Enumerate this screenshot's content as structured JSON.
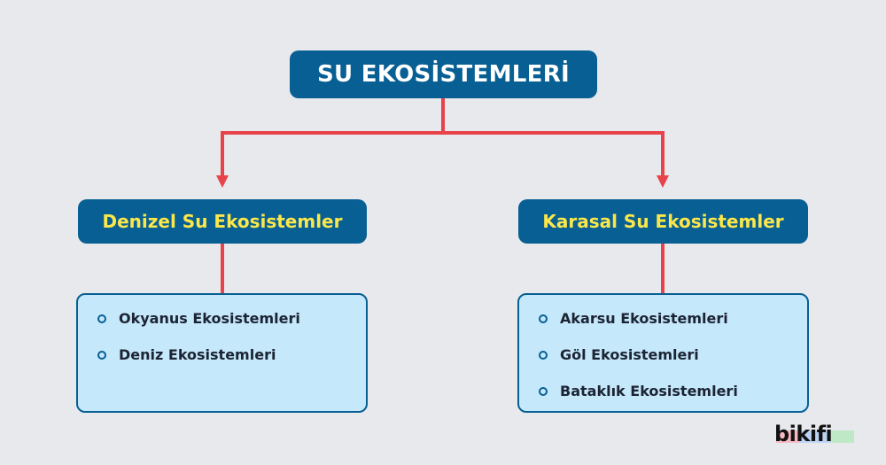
{
  "diagram": {
    "title": "SU EKOSİSTEMLERİ",
    "branches": [
      {
        "label": "Denizel Su Ekosistemler",
        "items": [
          "Okyanus Ekosistemleri",
          "Deniz Ekosistemleri"
        ]
      },
      {
        "label": "Karasal Su Ekosistemler",
        "items": [
          "Akarsu Ekosistemleri",
          "Göl Ekosistemleri",
          "Bataklık Ekosistemleri"
        ]
      }
    ]
  },
  "colors": {
    "box_fill": "#075f93",
    "branch_text": "#fce74a",
    "connector": "#e8424a",
    "list_fill": "#c5e8fb",
    "background": "#e7e9ed"
  },
  "logo": {
    "text": "bikifi"
  }
}
